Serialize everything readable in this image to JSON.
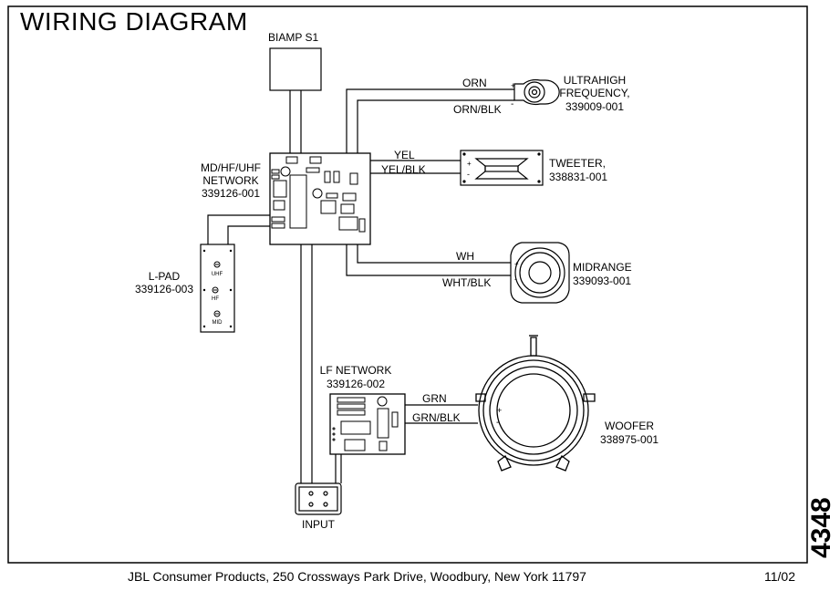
{
  "title": "WIRING DIAGRAM",
  "model_number": "4348",
  "footer": {
    "company": "JBL Consumer Products, 250 Crossways Park Drive, Woodbury, New York 11797",
    "date": "11/02"
  },
  "components": {
    "biamp": {
      "label": "BIAMP S1"
    },
    "network_main": {
      "line1": "MD/HF/UHF",
      "line2": "NETWORK",
      "part": "339126-001"
    },
    "lpad": {
      "line1": "L-PAD",
      "part": "339126-003",
      "knobs": [
        "UHF",
        "HF",
        "MID"
      ]
    },
    "ultrahigh": {
      "line1": "ULTRAHIGH",
      "line2": "FREQUENCY,",
      "part": "339009-001"
    },
    "tweeter": {
      "line1": "TWEETER,",
      "part": "338831-001"
    },
    "midrange": {
      "line1": "MIDRANGE",
      "part": "339093-001"
    },
    "woofer": {
      "line1": "WOOFER",
      "part": "338975-001"
    },
    "lf_network": {
      "line1": "LF NETWORK",
      "part": "339126-002"
    },
    "input": {
      "label": "INPUT"
    }
  },
  "wires": {
    "ultrahigh_pos": "ORN",
    "ultrahigh_neg": "ORN/BLK",
    "tweeter_pos": "YEL",
    "tweeter_neg": "YEL/BLK",
    "midrange_pos": "WH",
    "midrange_neg": "WHT/BLK",
    "woofer_pos": "GRN",
    "woofer_neg": "GRN/BLK"
  },
  "polarity": {
    "plus": "+",
    "minus": "-"
  }
}
